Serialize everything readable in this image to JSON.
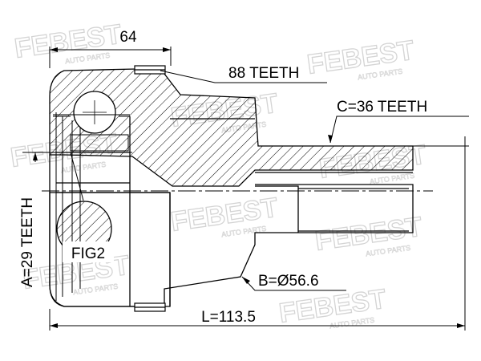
{
  "diagram": {
    "dim_top": "64",
    "spline_outer": "88 TEETH",
    "spline_shaft": "C=36 TEETH",
    "spline_inner": "A=29 TEETH",
    "fig_callout": "FIG2",
    "seal_diameter": "B=Ø56.6",
    "overall_length": "L=113.5"
  },
  "watermark": {
    "brand": "FEBEST",
    "tagline": "AUTO PARTS"
  },
  "colors": {
    "line": "#000000",
    "watermark": "#d9d9d9",
    "background": "#ffffff"
  }
}
